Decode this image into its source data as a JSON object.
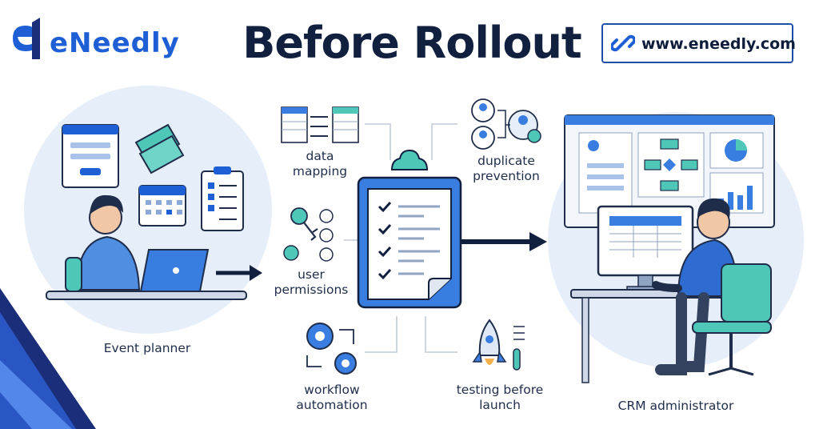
{
  "brand": {
    "logo_text": "eNeedly",
    "website": "www.eneedly.com"
  },
  "title": "Before Rollout",
  "actors": {
    "left": "Event planner",
    "right": "CRM administrator"
  },
  "steps": {
    "data_mapping": [
      "data",
      "mapping"
    ],
    "duplicate_prevention": [
      "duplicate",
      "prevention"
    ],
    "user_permissions": [
      "user",
      "permissions"
    ],
    "workflow_automation": [
      "workflow",
      "automation"
    ],
    "testing_before_launch": [
      "testing before",
      "launch"
    ]
  },
  "colors": {
    "primary": "#1e5fd6",
    "navy": "#12203f",
    "teal": "#4ec6b8",
    "light_blue": "#e6eef9"
  },
  "icons": [
    "link-icon",
    "clipboard-icon",
    "spreadsheet-icon",
    "user-profiles-icon",
    "key-icon",
    "gears-icon",
    "rocket-icon",
    "laptop-icon",
    "calendar-icon",
    "ticket-icon",
    "checklist-icon",
    "dashboard-icon",
    "monitor-icon",
    "chair-icon"
  ]
}
